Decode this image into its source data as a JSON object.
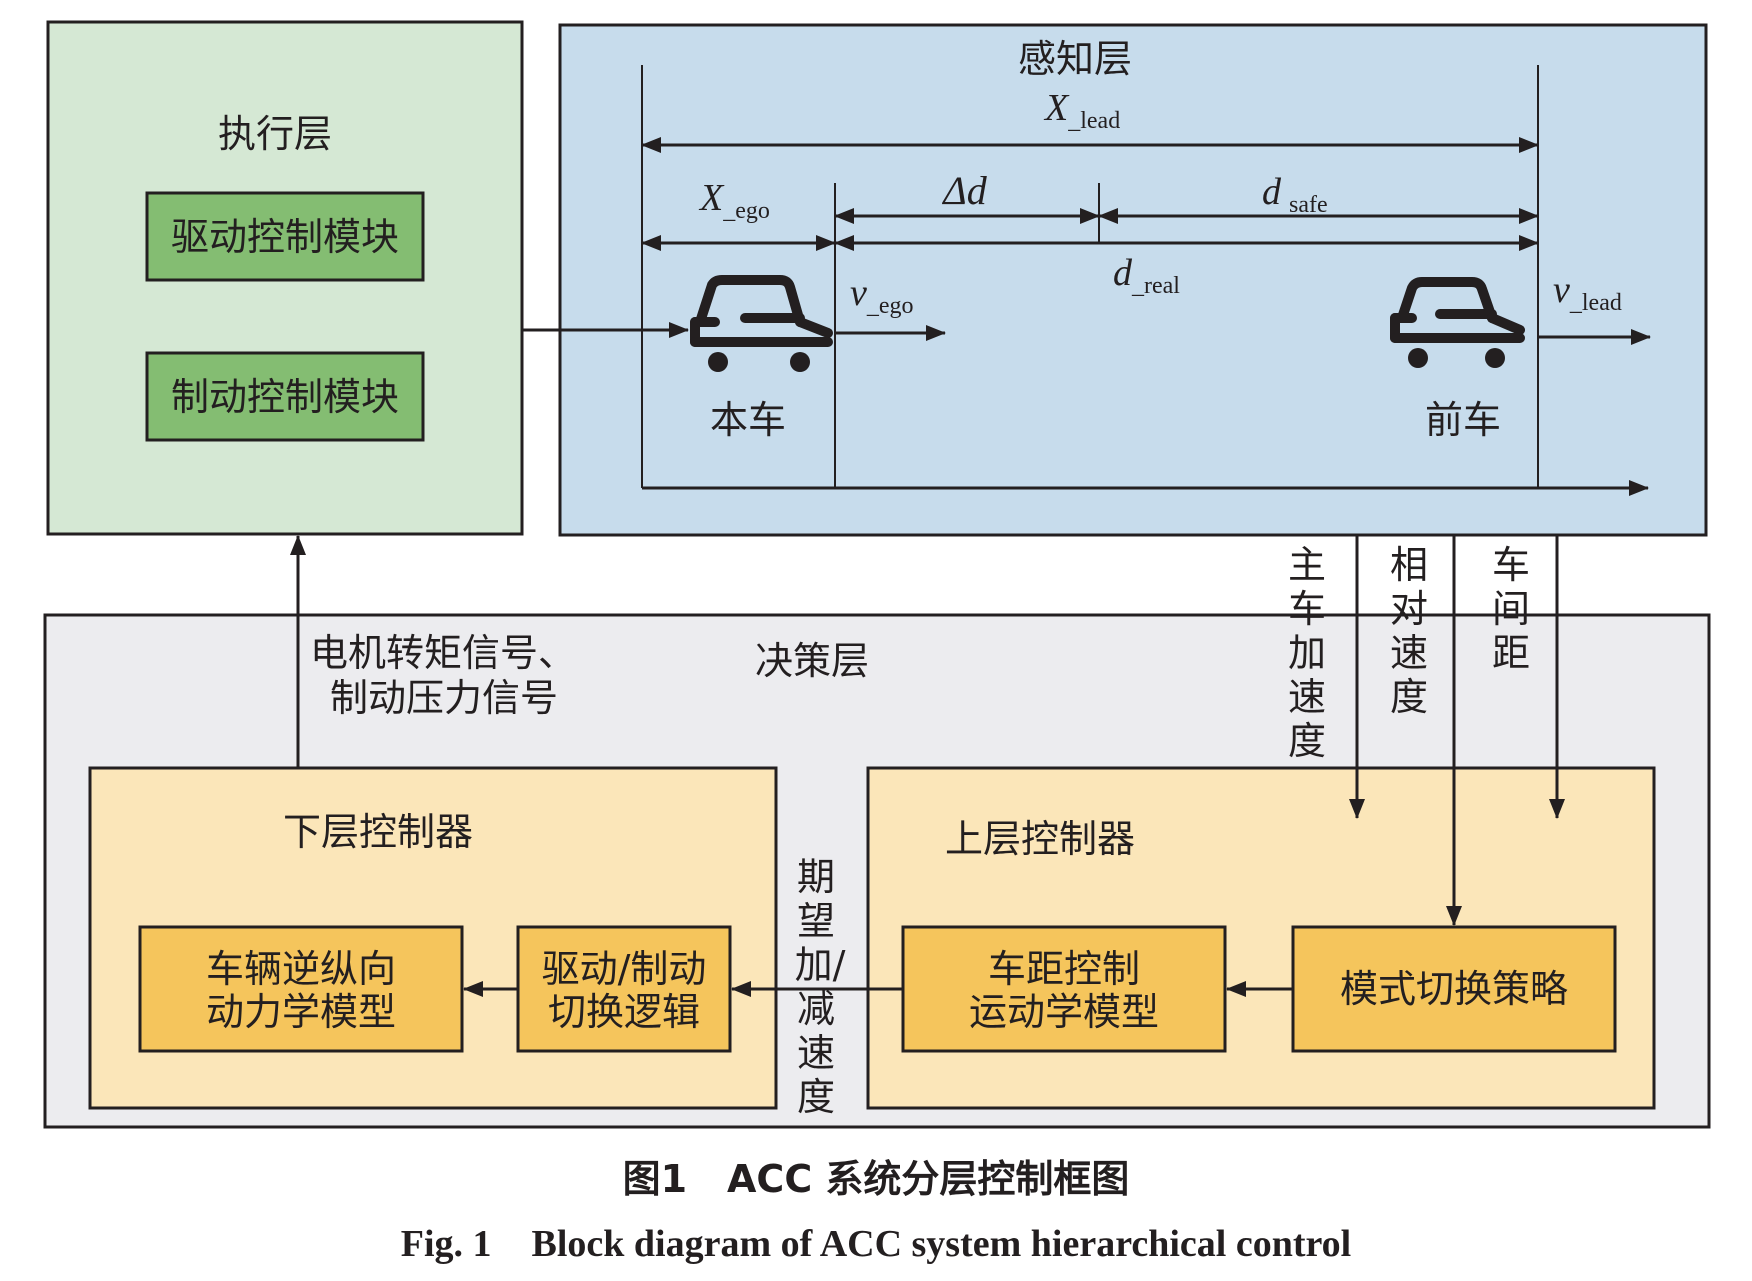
{
  "layers": {
    "exec": "执行层",
    "sense": "感知层",
    "decision": "决策层"
  },
  "exec_modules": {
    "drive": "驱动控制模块",
    "brake": "制动控制模块"
  },
  "sense": {
    "x_lead": "X",
    "x_lead_sub": "_lead",
    "x_ego": "X",
    "x_ego_sub": "_ego",
    "delta_d": "Δd",
    "d_safe": "d",
    "d_safe_sub": "safe",
    "d_real": "d",
    "d_real_sub": "_real",
    "v_ego": "v",
    "v_ego_sub": "_ego",
    "v_lead": "v",
    "v_lead_sub": "_lead",
    "ego_car": "本车",
    "lead_car": "前车"
  },
  "signals": {
    "ego_accel": [
      "主",
      "车",
      "加",
      "速",
      "度"
    ],
    "rel_speed": [
      "相",
      "对",
      "速",
      "度"
    ],
    "gap": [
      "车",
      "间",
      "距"
    ],
    "desired_accel": [
      "期",
      "望",
      "加/",
      "减",
      "速",
      "度"
    ],
    "torque_line1": "电机转矩信号、",
    "torque_line2": "制动压力信号"
  },
  "lower": {
    "title": "下层控制器",
    "dyn_line1": "车辆逆纵向",
    "dyn_line2": "动力学模型",
    "switch_line1": "驱动/制动",
    "switch_line2": "切换逻辑"
  },
  "upper": {
    "title": "上层控制器",
    "kin_line1": "车距控制",
    "kin_line2": "运动学模型",
    "mode": "模式切换策略"
  },
  "caption": {
    "zh_num": "图1",
    "zh_text": "ACC 系统分层控制框图",
    "en_num": "Fig. 1",
    "en_text": "Block diagram of ACC system hierarchical control"
  },
  "colors": {
    "exec_bg": "#d5e8d4",
    "exec_module": "#84bd72",
    "sense_bg": "#c7dcec",
    "decision_bg": "#ececef",
    "controller_bg": "#fbe6b9",
    "controller_block": "#f5c55c",
    "ink": "#231f20"
  }
}
